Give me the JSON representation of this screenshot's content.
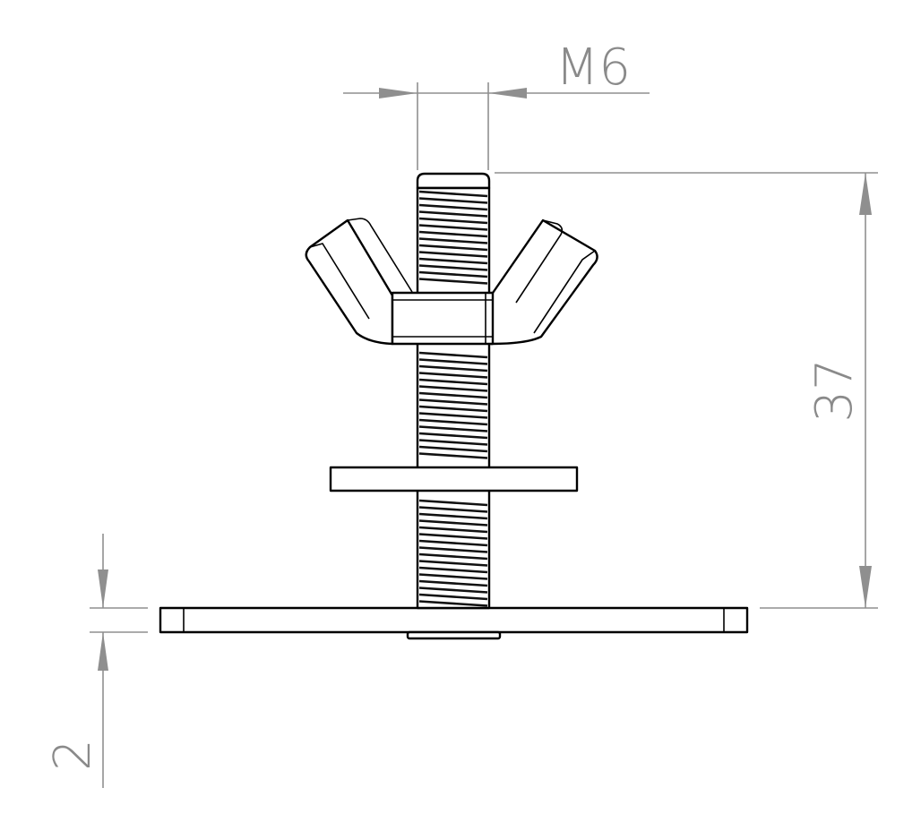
{
  "drawing": {
    "dimensions": {
      "thread_size": "M6",
      "bolt_length": "37",
      "plate_thickness": "2"
    },
    "colors": {
      "dimension": "#8f8f8f",
      "outline": "#000000",
      "background": "#ffffff"
    },
    "parts": [
      "threaded-rod",
      "wing-nut",
      "washer",
      "base-plate"
    ]
  }
}
